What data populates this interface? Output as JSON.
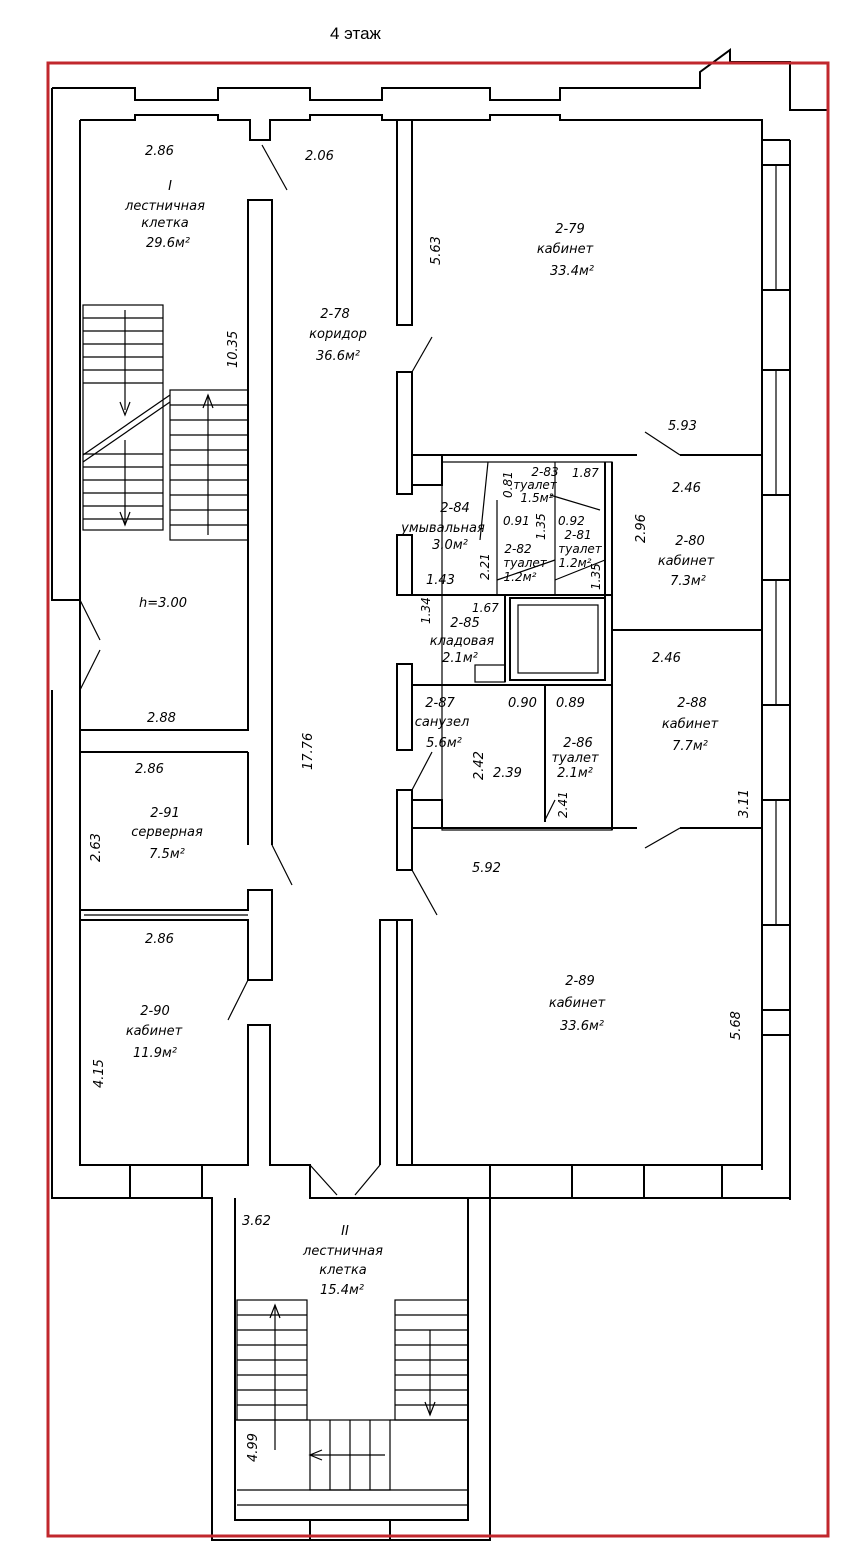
{
  "floor_title": "4 этаж",
  "rooms": {
    "r_I": {
      "num": "I",
      "name1": "лестничная",
      "name2": "клетка",
      "area": "29.6м²"
    },
    "r_278": {
      "num": "2-78",
      "name": "коридор",
      "area": "36.6м²"
    },
    "r_279": {
      "num": "2-79",
      "name": "кабинет",
      "area": "33.4м²"
    },
    "r_280": {
      "num": "2-80",
      "name": "кабинет",
      "area": "7.3м²"
    },
    "r_281": {
      "num": "2-81",
      "name": "туалет",
      "area": "1.2м²"
    },
    "r_282": {
      "num": "2-82",
      "name": "туалет",
      "area": "1.2м²"
    },
    "r_283": {
      "num": "2-83",
      "name": "туалет",
      "area": "1.5м²"
    },
    "r_284": {
      "num": "2-84",
      "name": "умывальная",
      "area": "3.0м²"
    },
    "r_285": {
      "num": "2-85",
      "name": "кладовая",
      "area": "2.1м²"
    },
    "r_286": {
      "num": "2-86",
      "name": "туалет",
      "area": "2.1м²"
    },
    "r_287": {
      "num": "2-87",
      "name": "санузел",
      "area": "5.6м²"
    },
    "r_288": {
      "num": "2-88",
      "name": "кабинет",
      "area": "7.7м²"
    },
    "r_289": {
      "num": "2-89",
      "name": "кабинет",
      "area": "33.6м²"
    },
    "r_290": {
      "num": "2-90",
      "name": "кабинет",
      "area": "11.9м²"
    },
    "r_291": {
      "num": "2-91",
      "name": "серверная",
      "area": "7.5м²"
    },
    "r_II": {
      "num": "II",
      "name1": "лестничная",
      "name2": "клетка",
      "area": "15.4м²"
    }
  },
  "height_note": "h=3.00",
  "dims": {
    "d1": "2.86",
    "d2": "2.06",
    "d3": "5.63",
    "d4": "10.35",
    "d5": "5.93",
    "d6": "2.46",
    "d7": "2.96",
    "d8": "0.81",
    "d9": "1.87",
    "d10": "0.91",
    "d11": "0.92",
    "d12": "1.35",
    "d13": "2.21",
    "d14": "1.35",
    "d15": "1.43",
    "d16": "1.34",
    "d17": "1.67",
    "d18": "2.46",
    "d19": "0.90",
    "d20": "0.89",
    "d21": "2.88",
    "d22": "2.86",
    "d23": "17.76",
    "d24": "2.63",
    "d25": "2.42",
    "d26": "2.39",
    "d27": "2.41",
    "d28": "3.11",
    "d29": "5.92",
    "d30": "2.86",
    "d31": "4.15",
    "d32": "5.68",
    "d33": "3.62",
    "d34": "4.99"
  }
}
